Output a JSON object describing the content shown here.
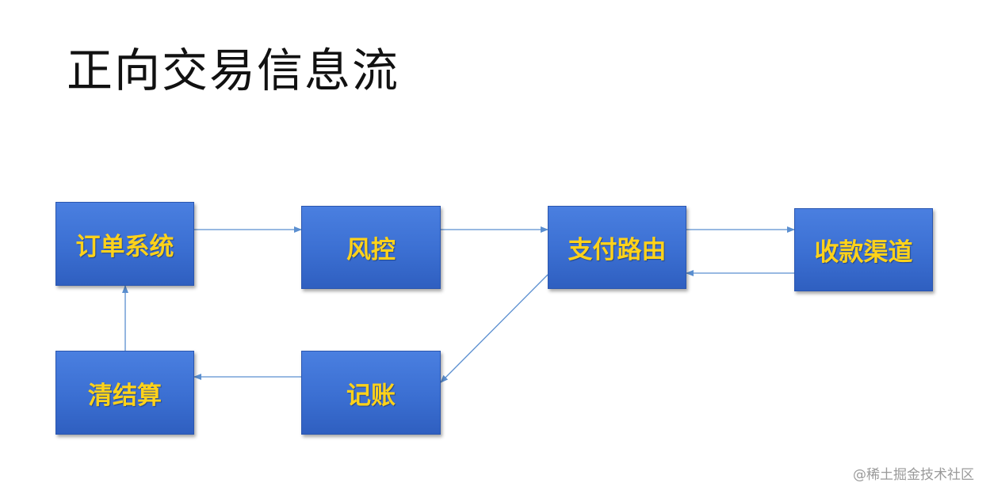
{
  "title": "正向交易信息流",
  "nodes": {
    "order_system": "订单系统",
    "risk_control": "风控",
    "payment_routing": "支付路由",
    "collection_channel": "收款渠道",
    "bookkeeping": "记账",
    "clearing_settlement": "清结算"
  },
  "colors": {
    "box_fill": "#3b6fd2",
    "box_text": "#ffd21a",
    "arrow": "#5b8fd0"
  },
  "watermark": "@稀土掘金技术社区"
}
